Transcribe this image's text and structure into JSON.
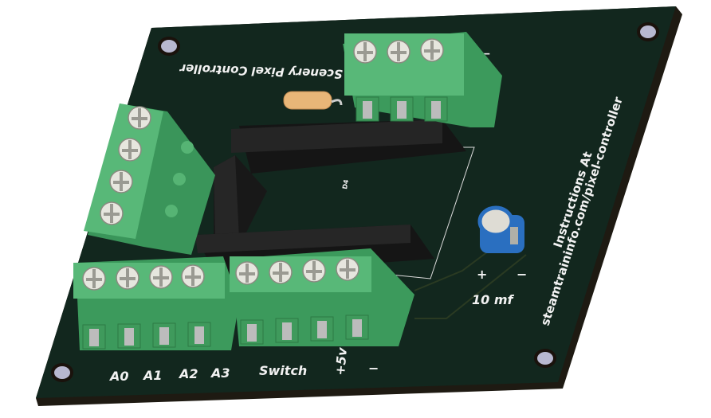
{
  "board": {
    "title_label": "Scenery Pixel Controller",
    "instructions_label": "Instructions At",
    "url_label": "steamtraininfo.com/pixel-controller",
    "capacitor_label": "10 mf",
    "cap_plus": "+",
    "cap_minus": "−",
    "ref_d4": "D4",
    "top_minus": "−",
    "bottom_labels": [
      "A0",
      "A1",
      "A2",
      "A3",
      "Switch",
      "+5v",
      "−"
    ]
  },
  "colors": {
    "pcb": "#12271e",
    "pcb_edge": "#1e1a12",
    "terminal": "#4aaa6a",
    "header": "#1b1b1b",
    "capacitor": "#2a6fc0",
    "resistor": "#e8b678"
  }
}
